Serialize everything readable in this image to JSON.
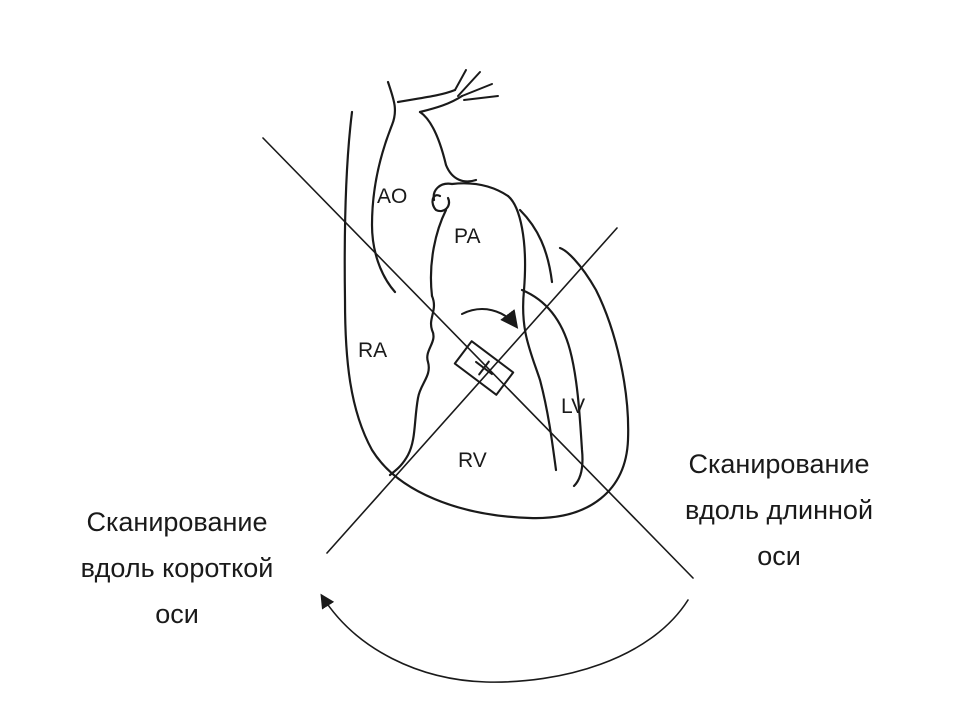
{
  "labels": {
    "ao": "AO",
    "pa": "PA",
    "ra": "RA",
    "rv": "RV",
    "lv": "LV"
  },
  "captions": {
    "long_axis": [
      "Сканирование",
      "вдоль длинной",
      "оси"
    ],
    "short_axis": [
      "Сканирование",
      "вдоль короткой",
      "оси"
    ]
  }
}
